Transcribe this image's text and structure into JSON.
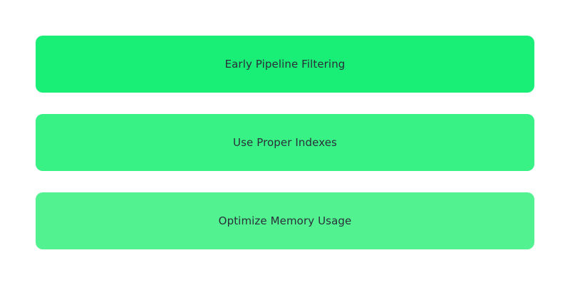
{
  "steps": [
    {
      "label": "Early Pipeline Filtering",
      "color": "#19ef77"
    },
    {
      "label": "Use Proper Indexes",
      "color": "#39f286"
    },
    {
      "label": "Optimize Memory Usage",
      "color": "#53f291"
    }
  ]
}
